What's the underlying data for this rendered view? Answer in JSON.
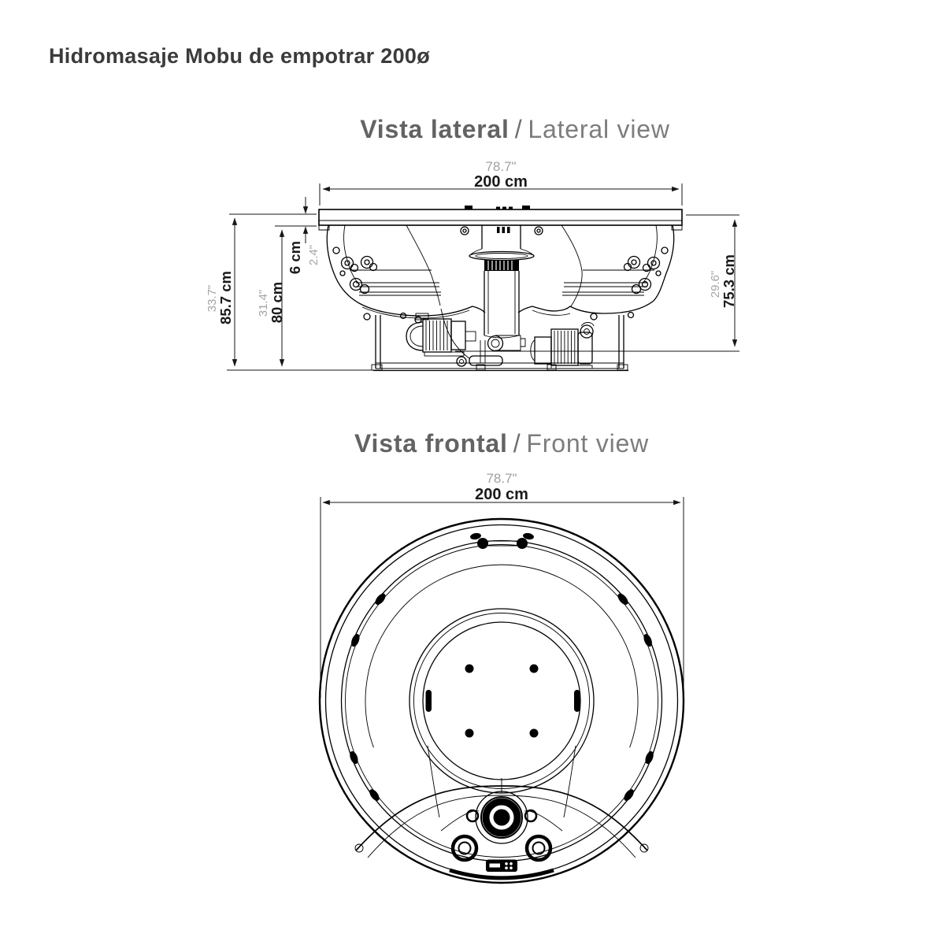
{
  "title": "Hidromasaje Mobu de empotrar 200ø",
  "lateral": {
    "heading": {
      "bold": "Vista lateral",
      "sep": "/",
      "light": "Lateral view"
    },
    "dims": {
      "width_in": "78.7\"",
      "width_cm": "200 cm",
      "total_height_in": "33.7\"",
      "total_height_cm": "85.7 cm",
      "inner_height_in": "31.4\"",
      "inner_height_cm": "80 cm",
      "rim_cm": "6 cm",
      "rim_in": "2.4\"",
      "depth_in": "29.6\"",
      "depth_cm": "75.3 cm"
    }
  },
  "front": {
    "heading": {
      "bold": "Vista frontal",
      "sep": "/",
      "light": "Front view"
    },
    "dims": {
      "width_in": "78.7\"",
      "width_cm": "200 cm"
    }
  }
}
